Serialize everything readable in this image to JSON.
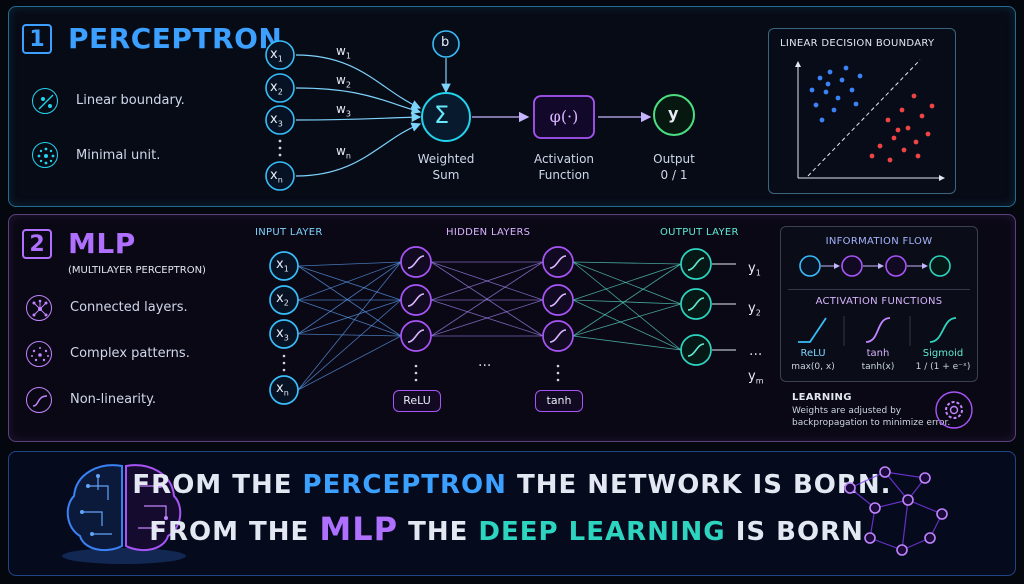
{
  "section1": {
    "number": "1",
    "title": "PERCEPTRON",
    "features": [
      "Linear boundary.",
      "Minimal unit."
    ],
    "inputs": [
      "x1",
      "x2",
      "x3",
      "xn"
    ],
    "weights": [
      "w1",
      "w2",
      "w3",
      "wn"
    ],
    "bias": "b",
    "sum_symbol": "Σ",
    "sum_label": [
      "Weighted",
      "Sum"
    ],
    "activation_symbol": "φ(·)",
    "activation_label": [
      "Activation",
      "Function"
    ],
    "output_symbol": "y",
    "output_label": [
      "Output",
      "0 / 1"
    ],
    "boundary_title": "LINEAR DECISION BOUNDARY"
  },
  "section2": {
    "number": "2",
    "title": "MLP",
    "subtitle": "(MULTILAYER PERCEPTRON)",
    "features": [
      "Connected layers.",
      "Complex patterns.",
      "Non-linearity."
    ],
    "input_layer_label": "INPUT LAYER",
    "hidden_layers_label": "HIDDEN LAYERS",
    "output_layer_label": "OUTPUT LAYER",
    "inputs": [
      "x1",
      "x2",
      "x3",
      "xn"
    ],
    "outputs": [
      "y1",
      "y2",
      "ym"
    ],
    "hidden1_tag": "ReLU",
    "hidden2_tag": "tanh",
    "dots": "...",
    "info_flow_title": "INFORMATION FLOW",
    "activation_functions_title": "ACTIVATION FUNCTIONS",
    "functions": [
      {
        "name": "ReLU",
        "formula": "max(0, x)"
      },
      {
        "name": "tanh",
        "formula": "tanh(x)"
      },
      {
        "name": "Sigmoid",
        "formula": "1 / (1 + e⁻ˣ)"
      }
    ],
    "learning_title": "LEARNING",
    "learning_text": [
      "Weights are adjusted by",
      "backpropagation to minimize error."
    ]
  },
  "footer": {
    "line1": {
      "pre": "FROM THE ",
      "hl": "PERCEPTRON",
      "post": " THE NETWORK IS BORN."
    },
    "line2": {
      "pre": "FROM THE ",
      "hl1": "MLP",
      "mid": " THE ",
      "hl2": "DEEP LEARNING",
      "post": " IS BORN."
    }
  },
  "colors": {
    "blue": "#3ba0ff",
    "cyan": "#22d3ee",
    "purple": "#b070ff",
    "teal": "#2dd4bf",
    "green": "#4ade80",
    "red": "#ef4444"
  }
}
